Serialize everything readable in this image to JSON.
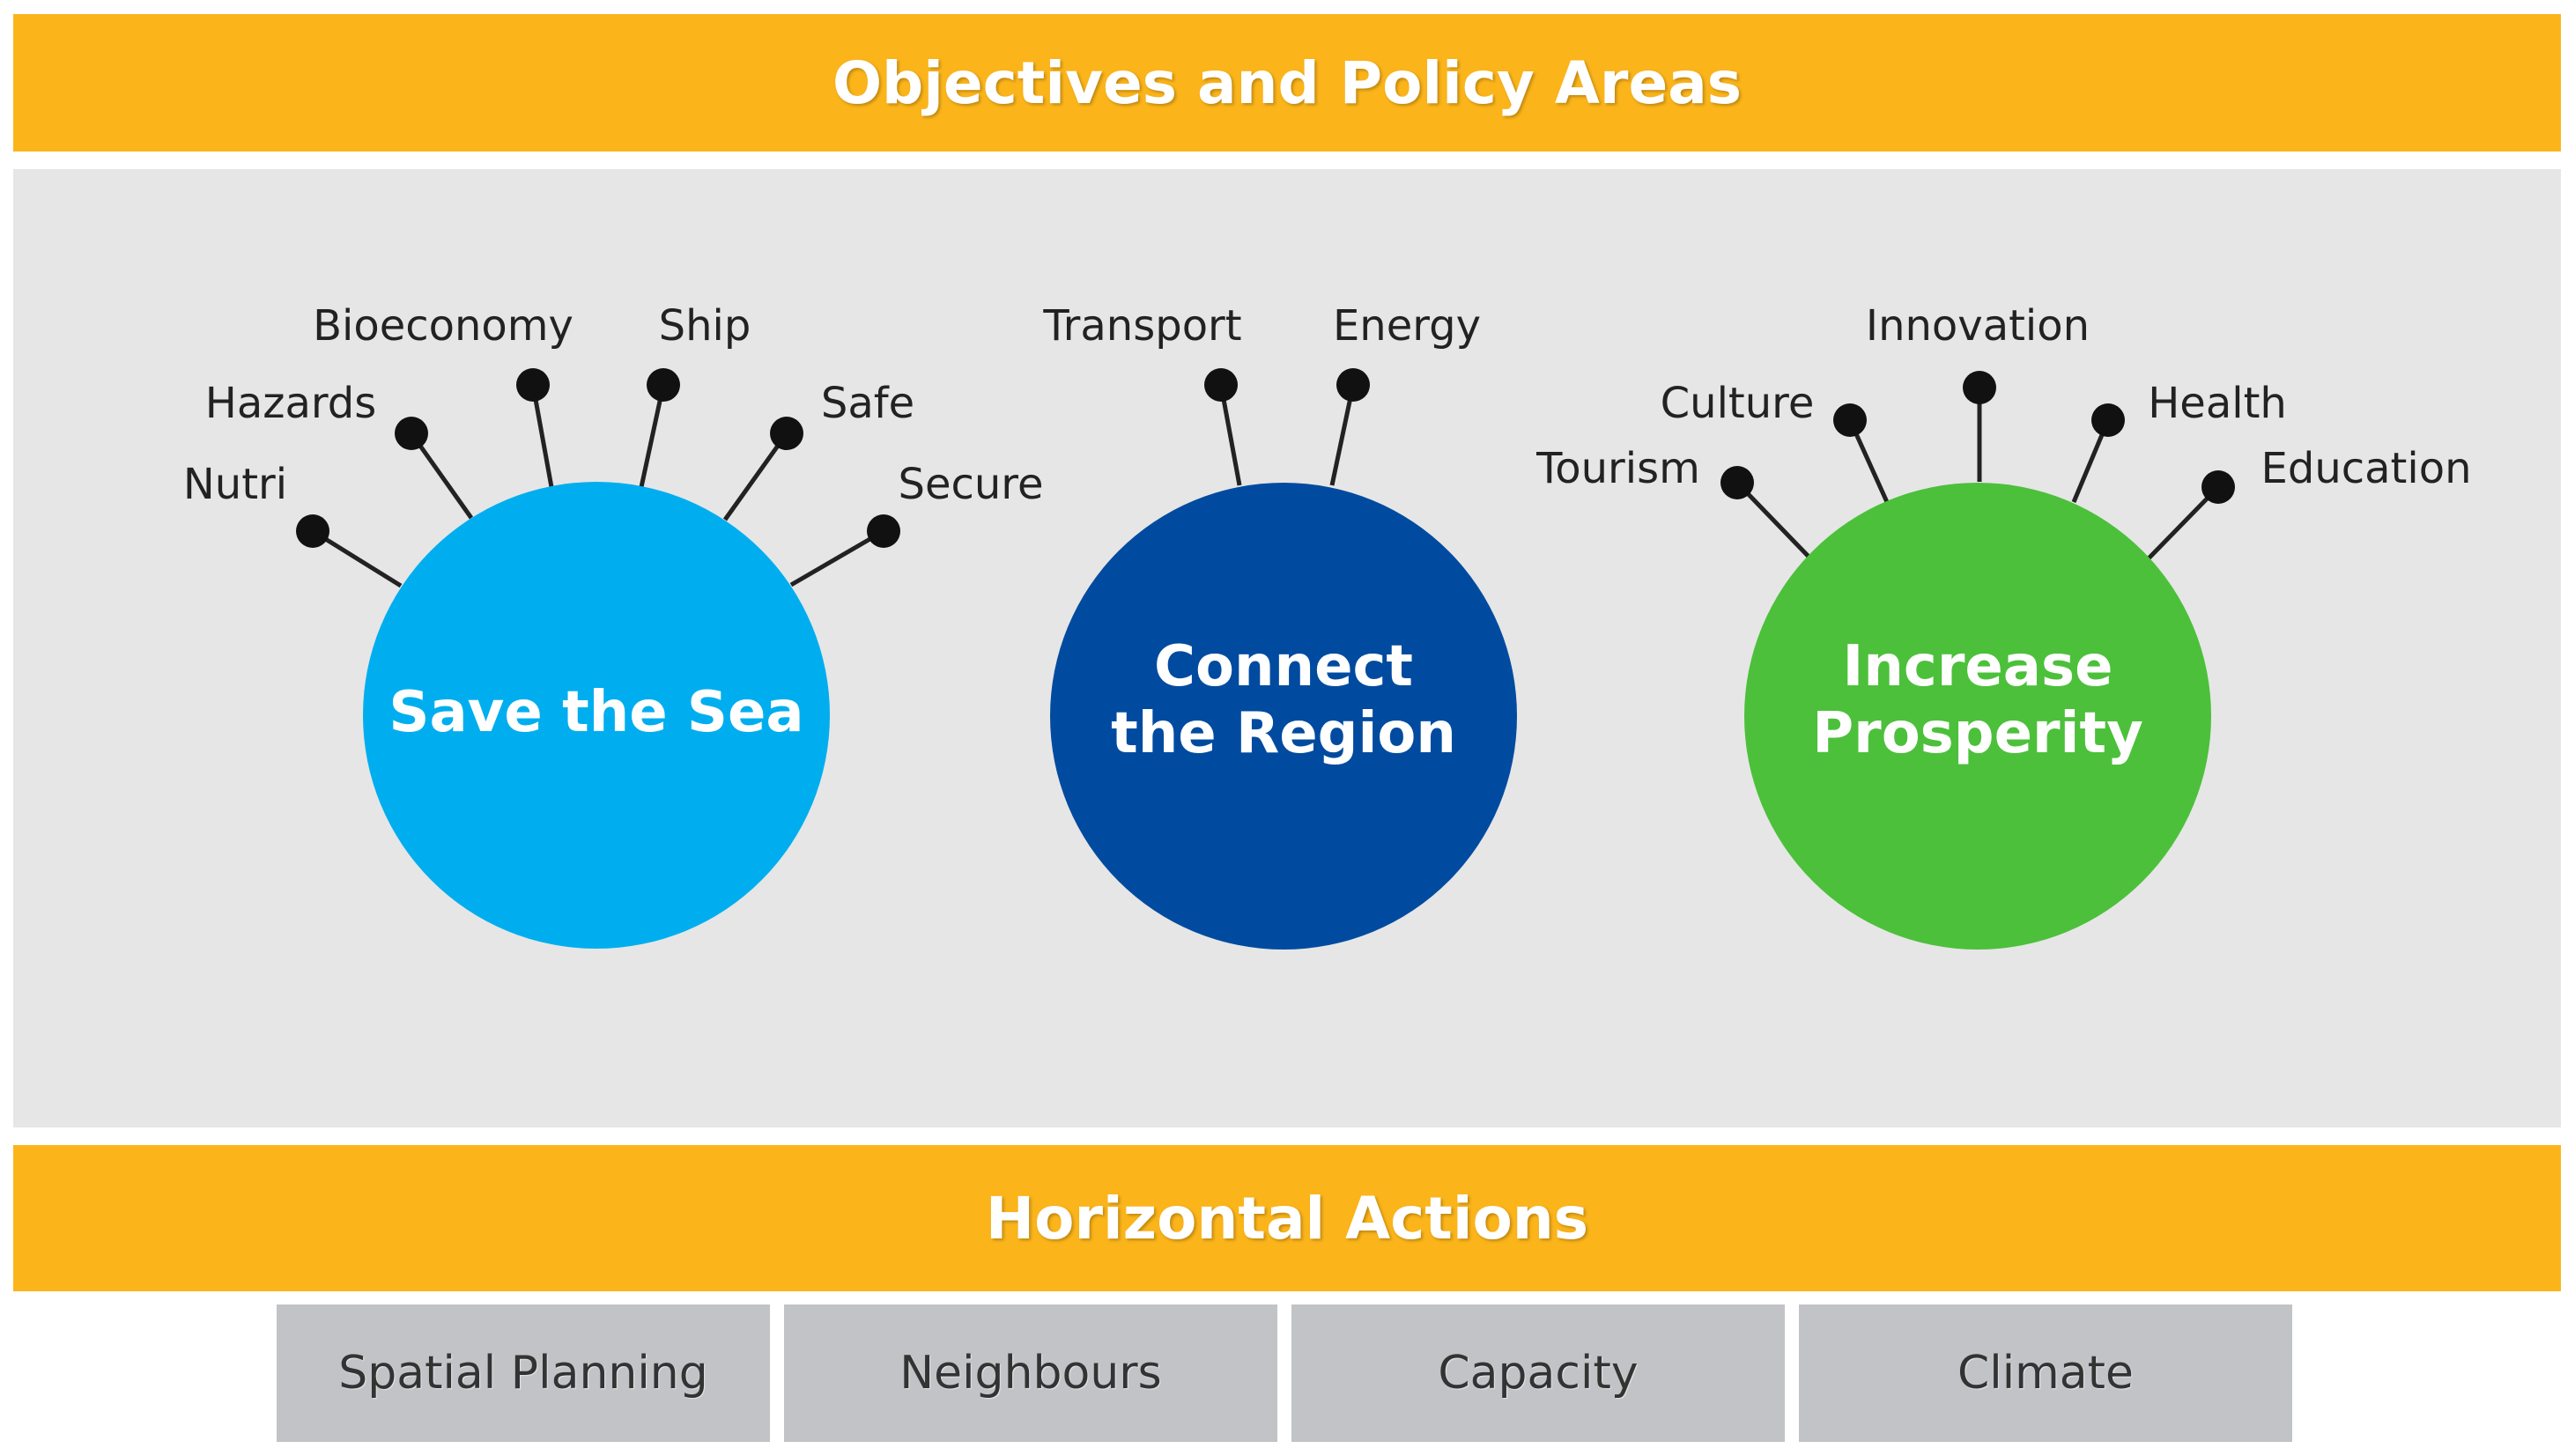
{
  "header": {
    "title": "Objectives and Policy Areas"
  },
  "objectives": [
    {
      "lines": [
        "Save the Sea"
      ],
      "color": "#00aeef",
      "areas": [
        "Nutri",
        "Hazards",
        "Bioeconomy",
        "Ship",
        "Safe",
        "Secure"
      ]
    },
    {
      "lines": [
        "Connect",
        "the Region"
      ],
      "color": "#004b9f",
      "areas": [
        "Transport",
        "Energy"
      ]
    },
    {
      "lines": [
        "Increase",
        "Prosperity"
      ],
      "color": "#4cc03b",
      "areas": [
        "Tourism",
        "Culture",
        "Innovation",
        "Health",
        "Education"
      ]
    }
  ],
  "horizontal": {
    "title": "Horizontal Actions",
    "actions": [
      "Spatial Planning",
      "Neighbours",
      "Capacity",
      "Climate"
    ]
  }
}
